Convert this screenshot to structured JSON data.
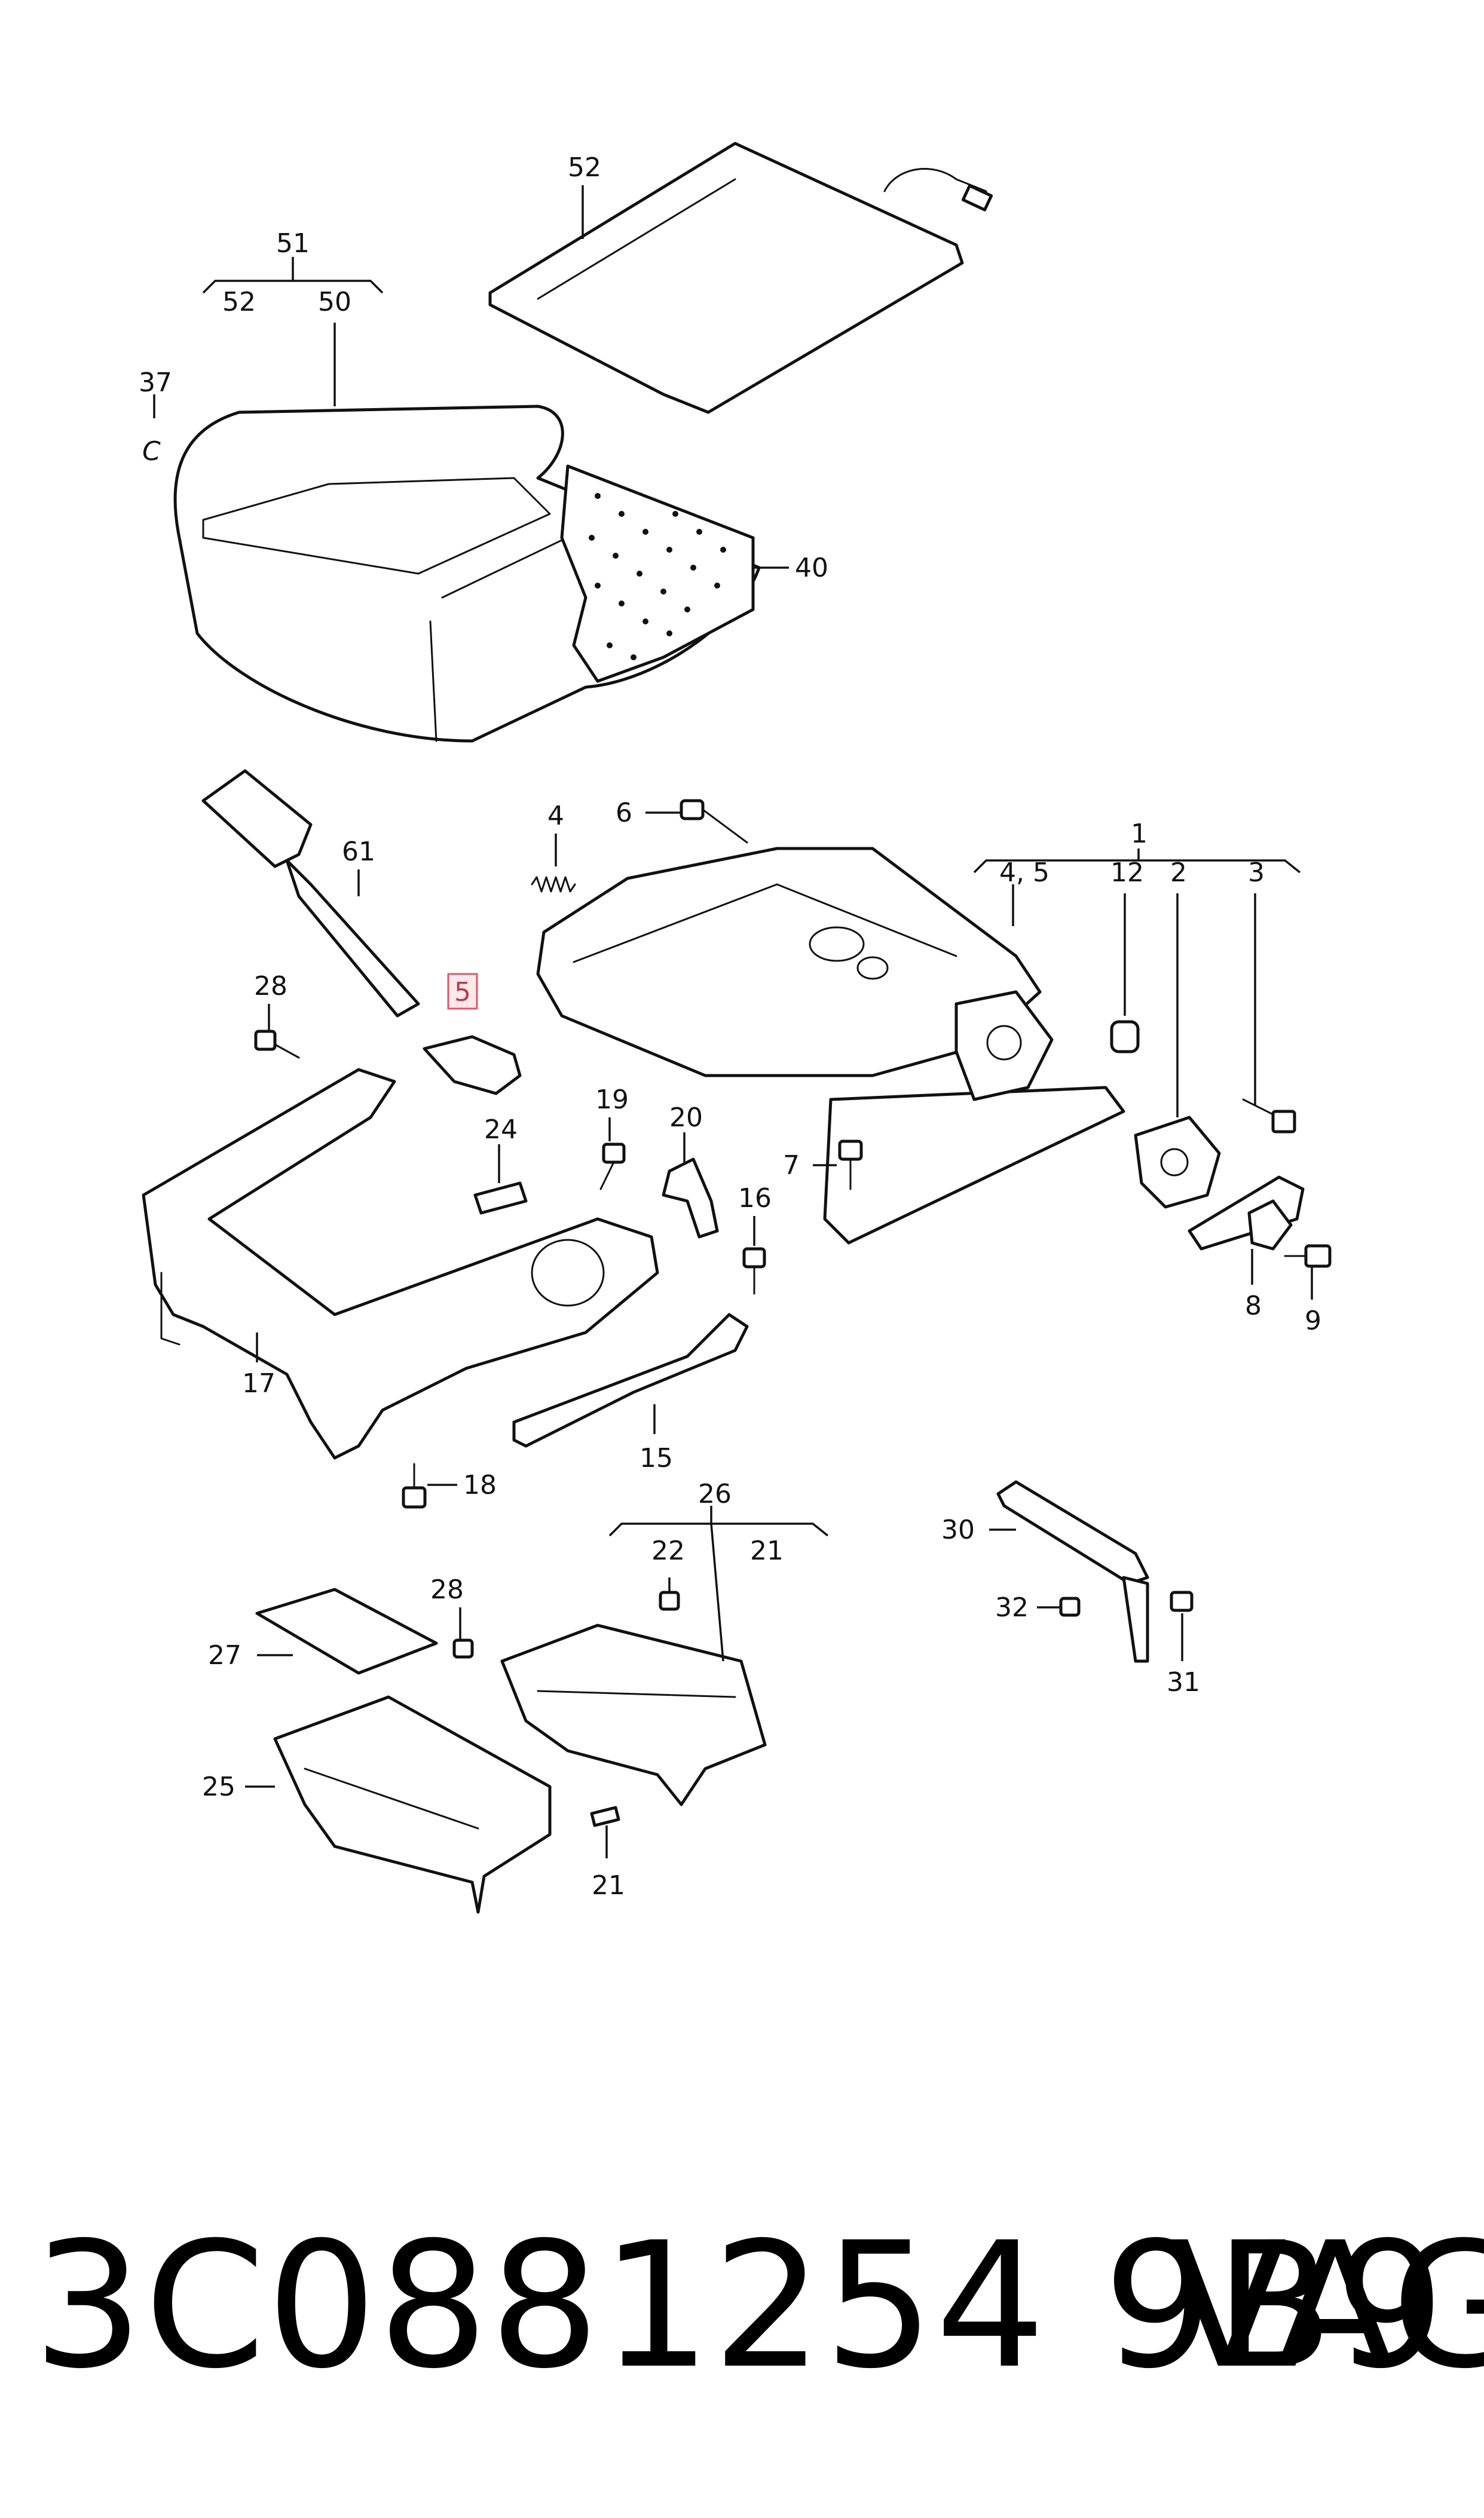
{
  "diagram": {
    "labels": {
      "l1": "1",
      "l45": "4, 5",
      "l12": "12",
      "l2": "2",
      "l3": "3",
      "l4": "4",
      "l5": "5",
      "l6": "6",
      "l7": "7",
      "l8": "8",
      "l9": "9",
      "l15": "15",
      "l16": "16",
      "l17": "17",
      "l18": "18",
      "l19": "19",
      "l20": "20",
      "l21a": "21",
      "l21b": "21",
      "l22": "22",
      "l24": "24",
      "l25": "25",
      "l26": "26",
      "l27": "27",
      "l28a": "28",
      "l28b": "28",
      "l30": "30",
      "l31": "31",
      "l32": "32",
      "l37": "37",
      "l37c": "C",
      "l40": "40",
      "l50": "50",
      "l51": "51",
      "l52a": "52",
      "l52b": "52",
      "l61": "61"
    }
  },
  "footer": {
    "part_number": "3C0881254 9B9",
    "brand": "VAG"
  }
}
